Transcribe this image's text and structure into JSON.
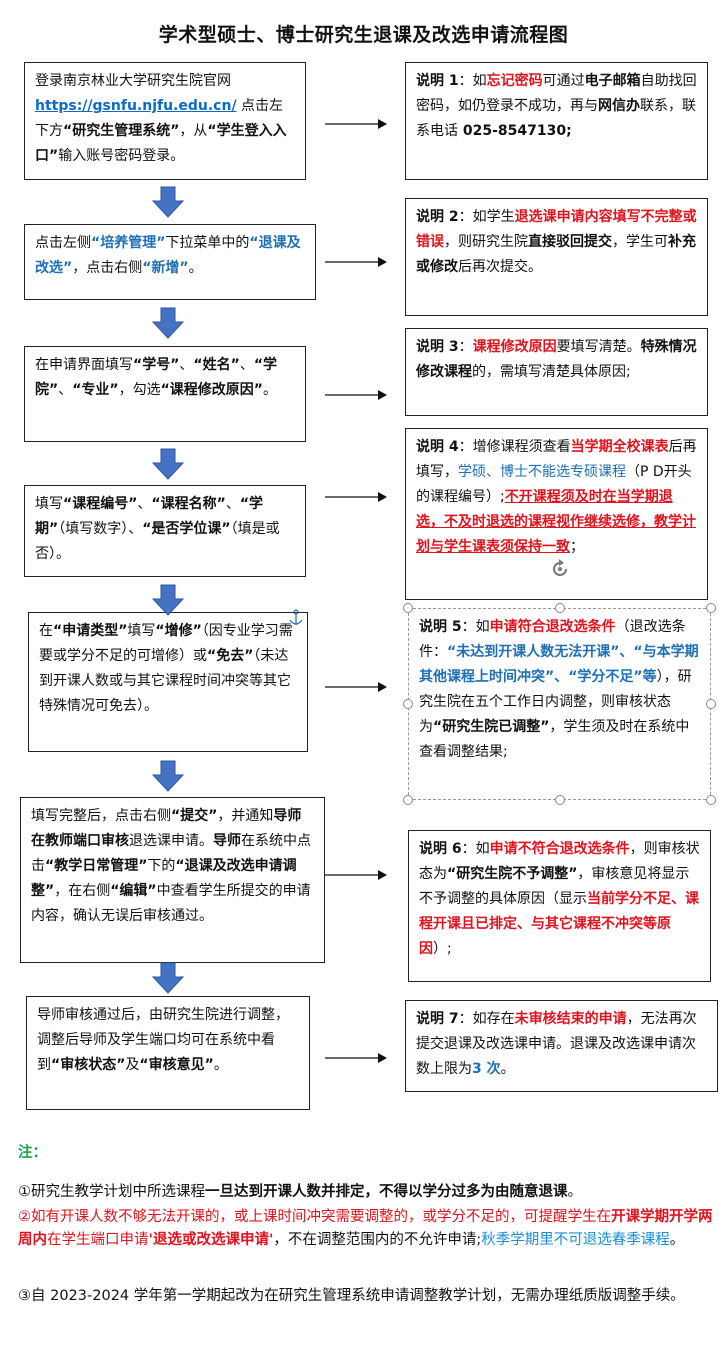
{
  "title": "学术型硕士、博士研究生退课及改选申请流程图",
  "steps": {
    "s1": {
      "t1": "登录南京林业大学研究生院官网",
      "url": "https://gsnfu.njfu.edu.cn/",
      "t2": " 点击左下方",
      "h1": "“研究生管理系统”",
      "t3": "，从",
      "h2": "“学生登入入口”",
      "t4": "输入账号密码登录。"
    },
    "s2": {
      "t1": "点击左侧",
      "h1": "“培养管理”",
      "t2": "下拉菜单中的",
      "h2": "“退课及改选”",
      "t3": "，点击右侧",
      "h3": "“新增”",
      "t4": "。"
    },
    "s3": {
      "t1": "在申请界面填写",
      "h1": "“学号”",
      "t2": "、",
      "h2": "“姓名”",
      "t3": "、",
      "h3": "“学院”",
      "t4": "、",
      "h4": "“专业”",
      "t5": "，勾选",
      "h5": "“课程修改原因”",
      "t6": "。"
    },
    "s4": {
      "t1": "填写",
      "h1": "“课程编号”",
      "t2": "、",
      "h2": "“课程名称”",
      "t3": "、",
      "h3": "“学期”",
      "t4": "（填写数字）、",
      "h4": "“是否学位课”",
      "t5": "（填是或否）。"
    },
    "s5": {
      "t1": "在",
      "h1": "“申请类型”",
      "t2": "填写",
      "h2": "“增修”",
      "t3": "（因专业学习需要或学分不足的可增修）或",
      "h3": "“免去”",
      "t4": "（未达到开课人数或与其它课程时间冲突等其它特殊情况可免去）。"
    },
    "s6": {
      "t1": "填写完整后，点击右侧",
      "h1": "“提交”",
      "t2": "，并通知",
      "h2": "导师在教师端口审核",
      "t3": "退选课申请。",
      "h3": "导师",
      "t4": "在系统中点击",
      "h4": "“教学日常管理”",
      "t5": "下的",
      "h5": "“退课及改选申请调整”",
      "t6": "，在右侧",
      "h6": "“编辑”",
      "t7": "中查看学生所提交的申请内容，确认无误后审核通过。"
    },
    "s7": {
      "t1": "导师审核通过后，由研究生院进行调整，调整后导师及学生端口均可在系统中看到",
      "h1": "“审核状态”",
      "t2": "及",
      "h2": "“审核意见”",
      "t3": "。"
    }
  },
  "notes": {
    "n1": {
      "label": "说明 1",
      "t1": "：如",
      "r1": "忘记密码",
      "t2": "可通过",
      "h1": "电子邮箱",
      "t3": "自助找回密码，如仍登录不成功，再与",
      "h2": "网信办",
      "t4": "联系，联系电话",
      "h3": " 025-8547130;"
    },
    "n2": {
      "label": "说明 2",
      "t1": "：如学生",
      "r1": "退选课申请内容填写不完整或错误",
      "t2": "，则研究生院",
      "h1": "直接驳回",
      "h2": "提交",
      "t3": "，学生可",
      "h3": "补充或修改",
      "t4": "后再次提交。"
    },
    "n3": {
      "label": "说明 3",
      "t1": "：",
      "r1": "课程修改原因",
      "t2": "要填写清楚。",
      "h1": "特殊情况修改课程",
      "t3": "的，需填写清楚具体原因;"
    },
    "n4": {
      "label": "说明 4",
      "t1": "：增修课程须查看",
      "r1": "当学期全校课表",
      "t2": "后再填写，",
      "c1": "学硕、博士不能选专硕课程",
      "t3": "（P D开头的课程编号）;",
      "r2": "不开课程须及时在当学期退选，不及时退选的课程视作继续选修，教学计划与学生课表须保持一致",
      "t4": "；"
    },
    "n5": {
      "label": "说明 5",
      "t1": "：如",
      "r1": "申请符合退改选条件",
      "t2": "（退改选条件：",
      "c1": "“未达到开课人数无法开课”、“与本学期其他课程上时间冲突”、“学分不足”等",
      "t3": "），研究生院在五个工作日内调整，则审核状态为",
      "h1": "“研究生院已调整”",
      "t4": "，学生须及时在系统中查看调整结果;"
    },
    "n6": {
      "label": "说明 6",
      "t1": "：如",
      "r1": "申请不符合退改选条件",
      "t2": "，则审核状态为",
      "h1": "“研究生院不予调整”",
      "t3": "，审核意见将显示不予调整的具体原因（显示",
      "r2": "当前学分不足、课程开课且已排定、与其它课程不冲突等原因",
      "t4": "）;"
    },
    "n7": {
      "label": "说明 7",
      "t1": "：如存在",
      "r1": "未审核结束的申请",
      "t2": "，无法再次提交退课及改选课申请。退课及改选课申请次数上限为",
      "c1": "3 次",
      "t3": "。"
    }
  },
  "footer": {
    "heading": "注：",
    "f1": {
      "t1": "①研究生教学计划中所选课程",
      "h1": "一旦达到开课人数并排定，不得以学分过多为由随意退课",
      "t2": "。"
    },
    "f2": {
      "r1": "②如有开课人数不够无法开课的，或上课时间冲突需要调整的，或学分不足的，可提醒学生在",
      "h1": "开课学期开学两周内",
      "r2": "在学生端口申请",
      "c1": "'退选或改选课申请'",
      "t1": "，不在调整范围内的不允许申请;",
      "c2": "秋季学期里不可退选春季课程",
      "t2": "。"
    },
    "f3": {
      "t1": "③自 2023-2024 学年第一学期起改为在研究生管理系统申请调整教学计划，无需办理纸质版调整手续。"
    }
  },
  "colors": {
    "arrow_fill": "#4472c4",
    "arrow_stroke": "#2f5597",
    "red": "#e0141e",
    "blue": "#1e6fb5",
    "green": "#1aa34a"
  },
  "icons": [
    "down-arrow-icon",
    "right-arrow-icon",
    "rotate-handle-icon",
    "anchor-icon"
  ]
}
